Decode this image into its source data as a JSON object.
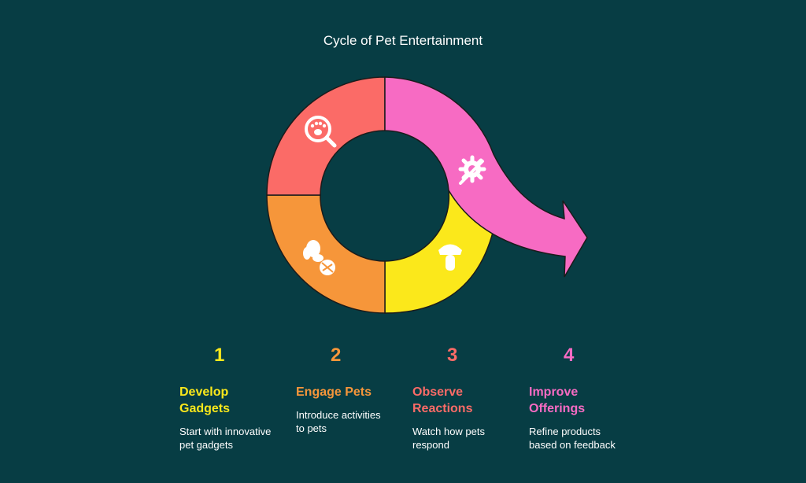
{
  "title": "Cycle of Pet Entertainment",
  "colors": {
    "background": "#073d44",
    "red": "#fb6b67",
    "orange": "#f6963a",
    "yellow": "#fbe81b",
    "pink": "#f76bc3"
  },
  "segments": [
    {
      "color": "red",
      "icon": "paw-magnifier-icon"
    },
    {
      "color": "orange",
      "icon": "dog-ball-icon"
    },
    {
      "color": "yellow",
      "icon": "mushroom-lamp-icon"
    },
    {
      "color": "pink",
      "icon": "gear-wrench-icon"
    }
  ],
  "steps": [
    {
      "number": "1",
      "name": "Develop Gadgets",
      "description": "Start with innovative pet gadgets",
      "color": "#fbe81b"
    },
    {
      "number": "2",
      "name": "Engage Pets",
      "description": "Introduce activities to pets",
      "color": "#f6963a"
    },
    {
      "number": "3",
      "name": "Observe Reactions",
      "description": "Watch how pets respond",
      "color": "#fb6b67"
    },
    {
      "number": "4",
      "name": "Improve Offerings",
      "description": "Refine products based on feedback",
      "color": "#f76bc3"
    }
  ]
}
